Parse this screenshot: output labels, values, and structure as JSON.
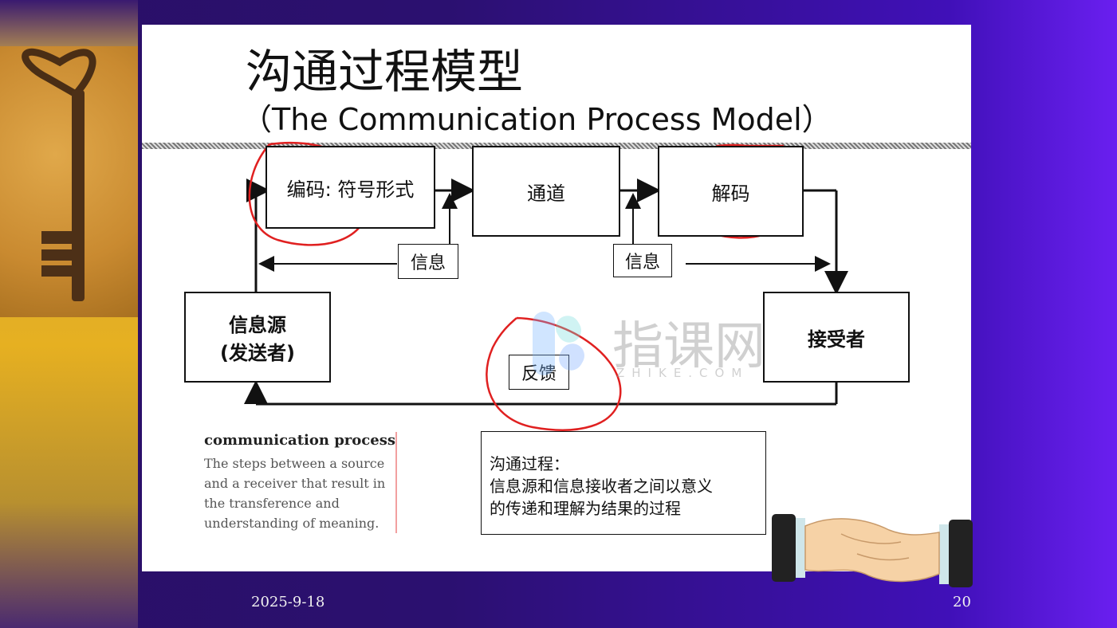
{
  "slide": {
    "title": "沟通过程模型",
    "subtitle": "（The Communication Process Model）"
  },
  "diagram": {
    "nodes": {
      "encode": "编码: 符号形式",
      "channel": "通道",
      "decode": "解码",
      "source_line1": "信息源",
      "source_line2": "(发送者)",
      "receiver": "接受者"
    },
    "edge_labels": {
      "message_left": "信息",
      "message_right": "信息",
      "feedback": "反馈"
    }
  },
  "definition_en": {
    "term": "communication process",
    "line1": "The steps between a source",
    "line2": "and a receiver that result in",
    "line3": "the transference and",
    "line4": "understanding of meaning."
  },
  "definition_cn": {
    "line1": "沟通过程：",
    "line2": "信息源和信息接收者之间以意义",
    "line3": "的传递和理解为结果的过程"
  },
  "watermark": {
    "name": "指课网",
    "domain": "ZHIKE.COM"
  },
  "footer": {
    "date": "2025-9-18",
    "page": "20"
  },
  "colors": {
    "annotation_red": "#e02020",
    "slide_bg": "#ffffff",
    "frame_purple": "#2a0f66"
  }
}
